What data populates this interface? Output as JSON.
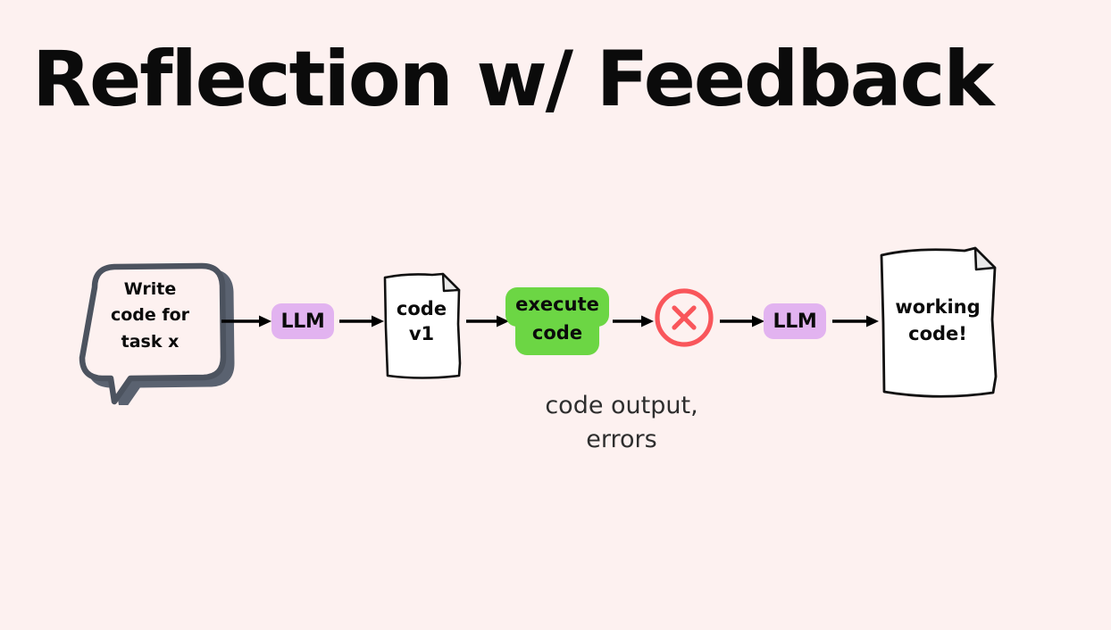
{
  "slide": {
    "title": "Reflection w/ Feedback",
    "background_color": "#fdf1f0",
    "title_color": "#0b0b0b"
  },
  "colors": {
    "background": "#fdf1f0",
    "llm_pill": "#e2b3f0",
    "execute_badge": "#6cd644",
    "error_circle": "#f9565b",
    "bubble_outline": "#5a6270",
    "document_fill": "#ffffff",
    "document_stroke": "#111111",
    "arrow": "#000000",
    "caption_text": "#2e2e2e"
  },
  "flow": {
    "prompt_bubble": {
      "icon": "speech-bubble-icon",
      "lines": [
        "Write",
        "code for",
        "task x"
      ],
      "text": "Write code for task x"
    },
    "llm_first": {
      "label": "LLM"
    },
    "code_v1_doc": {
      "icon": "document-icon",
      "lines": [
        "code",
        "v1"
      ],
      "text": "code v1"
    },
    "execute_badge": {
      "lines": [
        "execute",
        "code"
      ],
      "text": "execute code"
    },
    "error_marker": {
      "icon": "error-x-circle-icon",
      "label": "X"
    },
    "llm_second": {
      "label": "LLM"
    },
    "working_code_doc": {
      "icon": "document-icon",
      "lines": [
        "working",
        "code!"
      ],
      "text": "working code!"
    },
    "feedback_caption": {
      "lines": [
        "code output,",
        "errors"
      ],
      "text": "code output, errors"
    },
    "arrows": [
      {
        "name": "arrow-bubble-to-llm"
      },
      {
        "name": "arrow-llm-to-code"
      },
      {
        "name": "arrow-code-to-execute"
      },
      {
        "name": "arrow-execute-to-error"
      },
      {
        "name": "arrow-error-to-llm"
      },
      {
        "name": "arrow-llm-to-working-code"
      }
    ]
  }
}
